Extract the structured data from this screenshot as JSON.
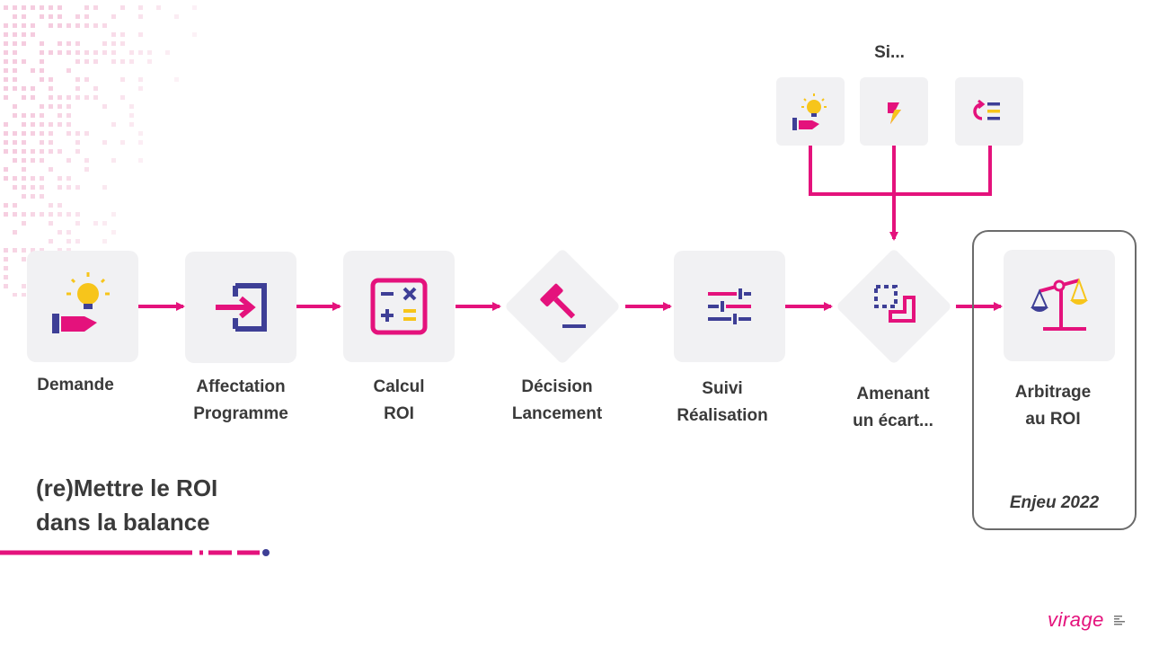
{
  "colors": {
    "accent": "#e4127c",
    "navy": "#3e3f96",
    "yellow": "#f7c51b",
    "tile_bg": "#f1f1f3",
    "text": "#3a3a3a"
  },
  "flow": {
    "steps": [
      {
        "lines": [
          "Demande"
        ],
        "icon": "lightbulb-hand-icon",
        "shape": "square"
      },
      {
        "lines": [
          "Affectation",
          "Programme"
        ],
        "icon": "sign-in-icon",
        "shape": "square"
      },
      {
        "lines": [
          "Calcul",
          "ROI"
        ],
        "icon": "calculator-icon",
        "shape": "square"
      },
      {
        "lines": [
          "Décision",
          "Lancement"
        ],
        "icon": "gavel-icon",
        "shape": "diamond"
      },
      {
        "lines": [
          "Suivi",
          "Réalisation"
        ],
        "icon": "sliders-icon",
        "shape": "square"
      },
      {
        "lines": [
          "Amenant",
          "un écart..."
        ],
        "icon": "shift-squares-icon",
        "shape": "diamond"
      },
      {
        "lines": [
          "Arbitrage",
          "au ROI"
        ],
        "icon": "balance-scale-icon",
        "shape": "square"
      }
    ]
  },
  "conditions": {
    "label": "Si...",
    "triggers": [
      {
        "icon": "lightbulb-hand-icon"
      },
      {
        "icon": "lightning-icon"
      },
      {
        "icon": "redo-list-icon"
      }
    ]
  },
  "highlight": {
    "footnote": "Enjeu 2022"
  },
  "tagline": {
    "lines": [
      "(re)Mettre le ROI",
      "dans la balance"
    ]
  },
  "brand": {
    "name": "virage"
  }
}
